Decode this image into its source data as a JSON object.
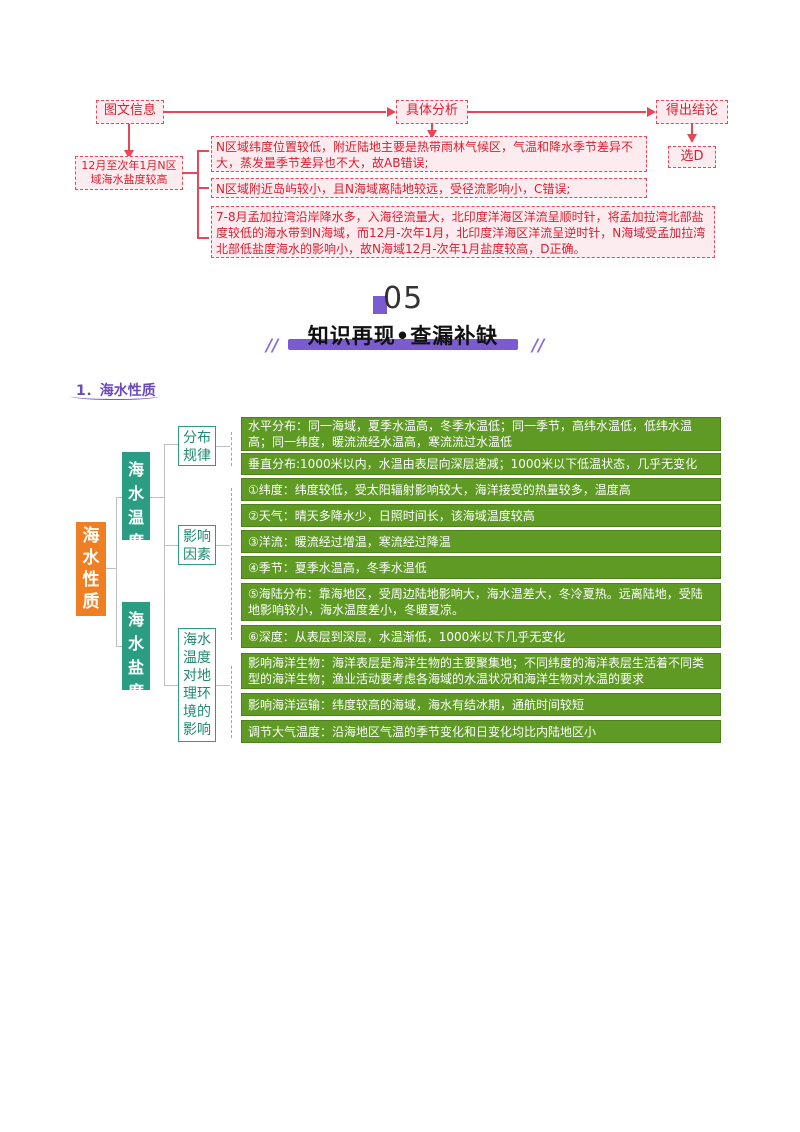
{
  "flow": {
    "info_label": "图文信息",
    "analysis_label": "具体分析",
    "conclusion_label": "得出结论",
    "info_note": "12月至次年1月N区域海水盐度较高",
    "analysis": [
      "N区域纬度位置较低，附近陆地主要是热带雨林气候区，气温和降水季节差异不大，蒸发量季节差异也不大，故AB错误;",
      "N区域附近岛屿较小，且N海域离陆地较远，受径流影响小，C错误;",
      "7-8月孟加拉湾沿岸降水多，入海径流量大，北印度洋海区洋流呈顺时针，将孟加拉湾北部盐度较低的海水带到N海域，而12月-次年1月，北印度洋海区洋流呈逆时针，N海域受孟加拉湾北部低盐度海水的影响小，故N海域12月-次年1月盐度较高，D正确。"
    ],
    "conclusion": "选D"
  },
  "banner": {
    "number": "05",
    "title": "知识再现•查漏补缺",
    "left_marks": "//",
    "right_marks": "//"
  },
  "section": {
    "title": "1．海水性质"
  },
  "mindmap": {
    "root": "海水性质",
    "temp_label": "海水温度",
    "salt_label": "海水盐度",
    "dist_label": "分布规律",
    "factor_label": "影响因素",
    "effect_label": "海水温度对地理环境的影响",
    "dist": [
      "水平分布：同一海域，夏季水温高，冬季水温低；同一季节，高纬水温低，低纬水温高；同一纬度，暖流流经水温高，寒流流过水温低",
      "垂直分布:1000米以内，水温由表层向深层递减；1000米以下低温状态，几乎无变化"
    ],
    "factors": [
      "①纬度：纬度较低，受太阳辐射影响较大，海洋接受的热量较多，温度高",
      "②天气：晴天多降水少，日照时间长，该海域温度较高",
      "③洋流：暖流经过增温，寒流经过降温",
      "④季节：夏季水温高，冬季水温低",
      "⑤海陆分布：靠海地区，受周边陆地影响大，海水温差大，冬冷夏热。远离陆地，受陆地影响较小，海水温度差小，冬暖夏凉。",
      "⑥深度：从表层到深层，水温渐低，1000米以下几乎无变化"
    ],
    "effects": [
      "影响海洋生物：海洋表层是海洋生物的主要聚集地；不同纬度的海洋表层生活着不同类型的海洋生物；渔业活动要考虑各海域的水温状况和海洋生物对水温的要求",
      "影响海洋运输：纬度较高的海域，海水有结冰期，通航时间较短",
      "调节大气温度：沿海地区气温的季节变化和日变化均比内陆地区小"
    ]
  },
  "colors": {
    "red": "#e8475a",
    "purple": "#7b5bd0",
    "green": "#5e9a24",
    "teal": "#2a9d82",
    "orange": "#f07f23"
  }
}
